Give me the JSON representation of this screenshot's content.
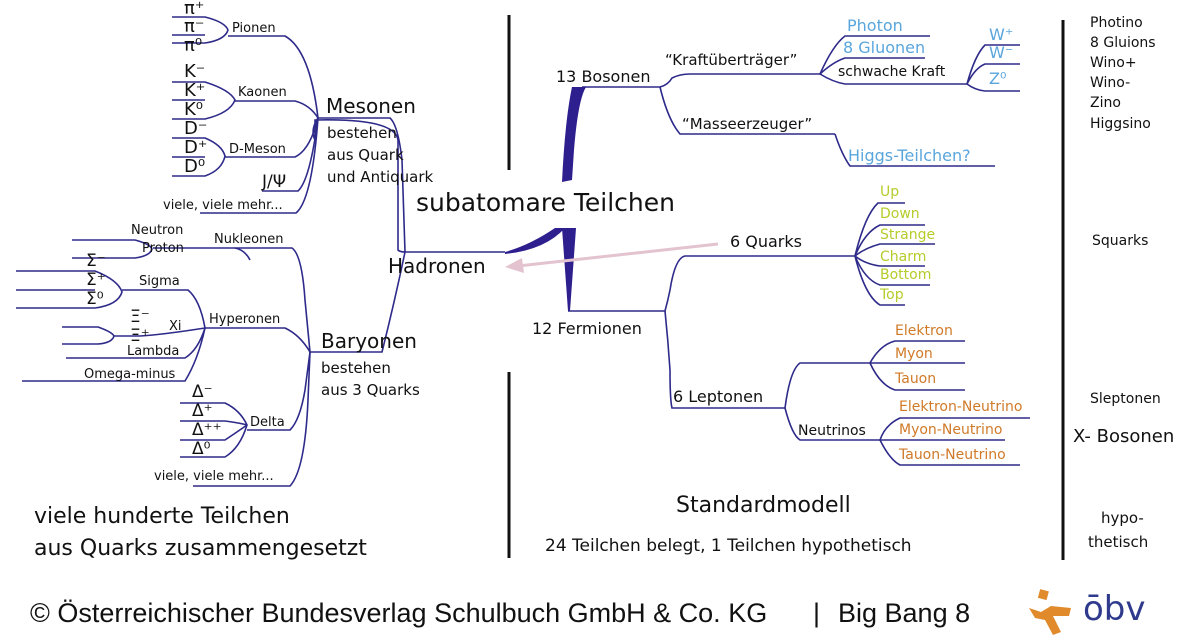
{
  "colors": {
    "line": "#2e2a8a",
    "divider": "#111111",
    "arrow": "#e3c3cf",
    "boson_blue": "#5aa6dc",
    "quark_green": "#b6cc2a",
    "lepton_orange": "#d07a28",
    "logo_orange": "#e08a2c",
    "logo_blue": "#2f3a8c"
  },
  "center": {
    "title": "subatomare Teilchen"
  },
  "hadrons": {
    "label": "Hadronen",
    "mesons": {
      "title": "Mesonen",
      "desc": [
        "bestehen",
        "aus Quark",
        "und Antiquark"
      ],
      "pions": {
        "label": "Pionen",
        "items": [
          "π⁺",
          "π⁻",
          "π⁰"
        ]
      },
      "kaons": {
        "label": "Kaonen",
        "items": [
          "K⁻",
          "K⁺",
          "K⁰"
        ]
      },
      "dmesons": {
        "label": "D-Meson",
        "items": [
          "D⁻",
          "D⁺",
          "D⁰"
        ]
      },
      "jpsi": "J/Ψ",
      "more": "viele, viele mehr..."
    },
    "baryons": {
      "title": "Baryonen",
      "desc": [
        "bestehen",
        "aus 3 Quarks"
      ],
      "nucleons": {
        "label": "Nukleonen",
        "items": [
          "Neutron",
          "Proton"
        ]
      },
      "hyperons": {
        "label": "Hyperonen",
        "sigma": {
          "label": "Sigma",
          "items": [
            "Σ⁻",
            "Σ⁺",
            "Σ⁰"
          ]
        },
        "xi": {
          "label": "Xi",
          "items": [
            "Ξ⁻",
            "Ξ⁺"
          ]
        },
        "lambda": "Lambda",
        "omega": "Omega-minus"
      },
      "delta": {
        "label": "Delta",
        "items": [
          "Δ⁻",
          "Δ⁺",
          "Δ⁺⁺",
          "Δ⁰"
        ]
      },
      "more": "viele, viele mehr..."
    },
    "caption": [
      "viele hunderte Teilchen",
      "aus Quarks zusammengesetzt"
    ]
  },
  "standard_model": {
    "bosons": {
      "label": "13 Bosonen",
      "force": {
        "label": "“Kraftüberträger”",
        "photon": "Photon",
        "gluons": "8 Gluonen",
        "weak": {
          "label": "schwache Kraft",
          "items": [
            "W⁺",
            "W⁻",
            "Z⁰"
          ]
        }
      },
      "mass": {
        "label": "“Masseerzeuger”",
        "higgs": "Higgs-Teilchen?"
      }
    },
    "fermions": {
      "label": "12 Fermionen",
      "quarks": {
        "label": "6 Quarks",
        "items": [
          "Up",
          "Down",
          "Strange",
          "Charm",
          "Bottom",
          "Top"
        ]
      },
      "leptons": {
        "label": "6 Leptonen",
        "charged": [
          "Elektron",
          "Myon",
          "Tauon"
        ],
        "neutrinos": {
          "label": "Neutrinos",
          "items": [
            "Elektron-Neutrino",
            "Myon-Neutrino",
            "Tauon-Neutrino"
          ]
        }
      }
    },
    "title": "Standardmodell",
    "subtitle": "24 Teilchen belegt, 1 Teilchen hypothetisch"
  },
  "hypothetical": {
    "bosinos": [
      "Photino",
      "8 Gluions",
      "Wino+",
      "Wino-",
      "Zino",
      "Higgsino"
    ],
    "squarks": "Squarks",
    "sleptons": "Sleptonen",
    "xbosons": "X- Bosonen",
    "caption": [
      "hypo-",
      "thetisch"
    ]
  },
  "footer": {
    "copyright": "© Österreichischer Bundesverlag Schulbuch GmbH & Co. KG",
    "separator": "|",
    "book": "Big Bang 8",
    "logo_text": "ōbv"
  }
}
